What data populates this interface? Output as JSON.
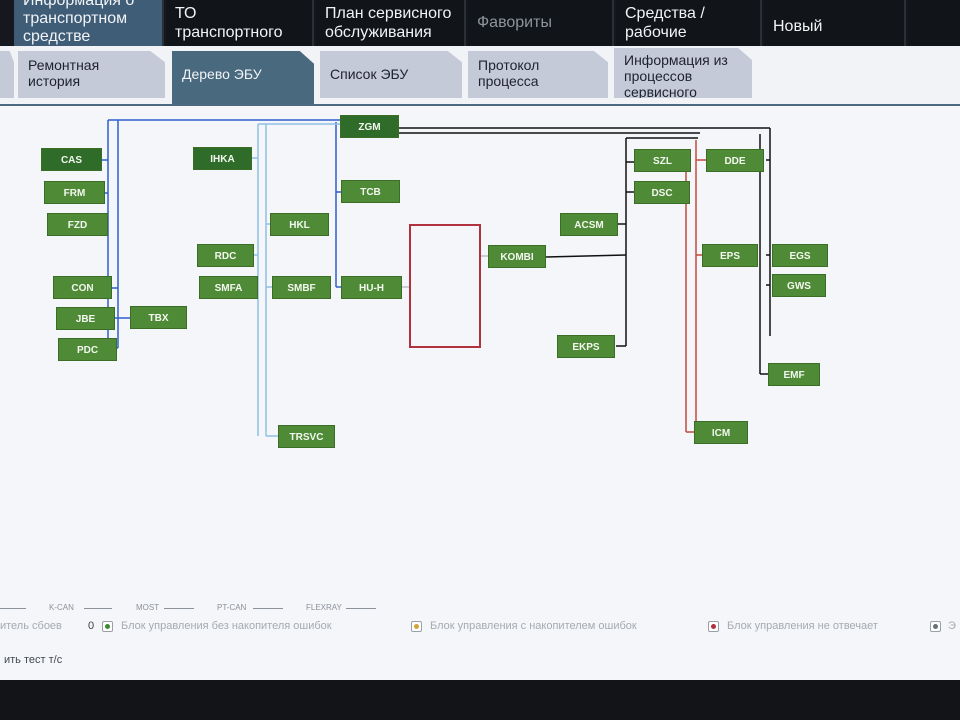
{
  "top_tabs": [
    {
      "label": "Информация о транспортном средстве",
      "state": "active"
    },
    {
      "label": "ТО транспортного средства",
      "state": "normal"
    },
    {
      "label": "План сервисного обслуживания",
      "state": "normal"
    },
    {
      "label": "Фавориты",
      "state": "disabled"
    },
    {
      "label": "Средства / рабочие жидкости",
      "state": "normal"
    },
    {
      "label": "Новый",
      "state": "normal"
    }
  ],
  "sub_tabs": [
    {
      "label": "Ремонтная история",
      "state": "normal"
    },
    {
      "label": "Дерево ЭБУ",
      "state": "active"
    },
    {
      "label": "Список ЭБУ",
      "state": "normal"
    },
    {
      "label": "Протокол процесса",
      "state": "normal"
    },
    {
      "label": "Информация из процессов сервисного",
      "state": "normal"
    }
  ],
  "ecus": {
    "zgm": "ZGM",
    "cas": "CAS",
    "frm": "FRM",
    "fzd": "FZD",
    "con": "CON",
    "jbe": "JBE",
    "pdc": "PDC",
    "tbx": "TBX",
    "ihka": "IHKA",
    "rdc": "RDC",
    "smfa": "SMFA",
    "hkl": "HKL",
    "smbf": "SMBF",
    "trsvc": "TRSVC",
    "tcb": "TCB",
    "huh": "HU-H",
    "kombi": "KOMBI",
    "acsm": "ACSM",
    "ekps": "EKPS",
    "szl": "SZL",
    "dsc": "DSC",
    "dde": "DDE",
    "eps": "EPS",
    "egs": "EGS",
    "gws": "GWS",
    "emf": "EMF",
    "icm": "ICM"
  },
  "bus_legend": {
    "kcan": "K-CAN",
    "most": "MOST",
    "ptcan": "PT-CAN",
    "flexray": "FLEXRAY"
  },
  "bus_colors": {
    "kcan": "#2f5fd0",
    "most": "#8fc1e6",
    "ptcan": "#111111",
    "flexray": "#c44a3e"
  },
  "status_legend": {
    "error_store_label": "итель сбоев",
    "error_store_count": "0",
    "no_error_memory": "Блок управления без накопителя ошибок",
    "with_error_memory": "Блок управления с накопителем ошибок",
    "not_responding": "Блок управления не отвечает",
    "truncated": "Э"
  },
  "bottom_action": "ить тест т/с"
}
